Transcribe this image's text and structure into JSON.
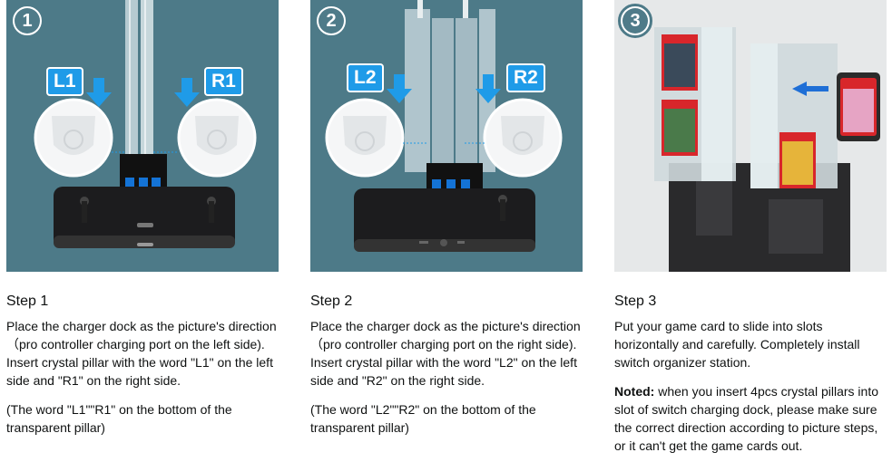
{
  "steps": [
    {
      "number": "1",
      "title": "Step 1",
      "labels": [
        "L1",
        "R1"
      ],
      "description": "Place the charger dock as the picture's direction（pro controller charging port on the left side). Insert crystal pillar with the word \"L1\" on the left side and \"R1\" on the right side.",
      "note": "(The word \"L1\"\"R1\" on the bottom of the transparent pillar)"
    },
    {
      "number": "2",
      "title": "Step 2",
      "labels": [
        "L2",
        "R2"
      ],
      "description": "Place the charger dock as the picture's direction（pro controller charging port on the right side). Insert crystal pillar with the word \"L2\" on the left side and \"R2\" on the right side.",
      "note": "(The word \"L2\"\"R2\" on the bottom of the transparent pillar)"
    },
    {
      "number": "3",
      "title": "Step 3",
      "description": "Put your game card to slide into slots horizontally and carefully. Completely install switch organizer station.",
      "note_label": "Noted:",
      "note": " when you insert 4pcs crystal pillars into slot of switch charging dock, please make sure the correct direction according to picture steps, or it can't get the game cards out."
    }
  ],
  "colors": {
    "panel_bg": "#4d7a88",
    "label_blue": "#1f9be8",
    "dock": "#1c1c1e",
    "port": "#1473d6"
  }
}
